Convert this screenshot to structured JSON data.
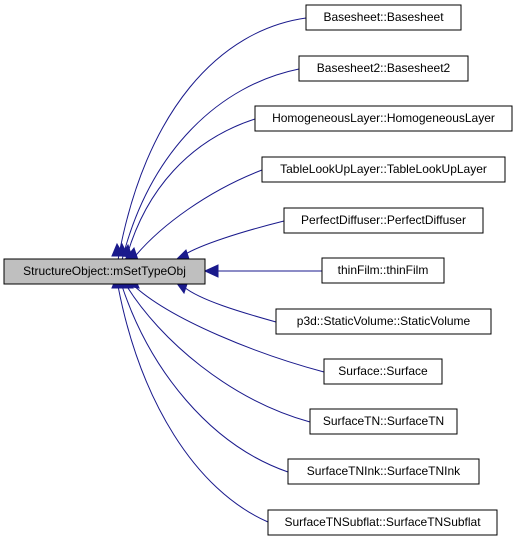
{
  "graph": {
    "root": "StructureObject::mSetTypeObj",
    "callers": [
      "Basesheet::Basesheet",
      "Basesheet2::Basesheet2",
      "HomogeneousLayer::HomogeneousLayer",
      "TableLookUpLayer::TableLookUpLayer",
      "PerfectDiffuser::PerfectDiffuser",
      "thinFilm::thinFilm",
      "p3d::StaticVolume::StaticVolume",
      "Surface::Surface",
      "SurfaceTN::SurfaceTN",
      "SurfaceTNInk::SurfaceTNInk",
      "SurfaceTNSubflat::SurfaceTNSubflat"
    ],
    "colors": {
      "root_fill": "#bfbfbf",
      "node_fill": "#ffffff",
      "node_border": "#000000",
      "edge": "#1a1a8c"
    }
  }
}
